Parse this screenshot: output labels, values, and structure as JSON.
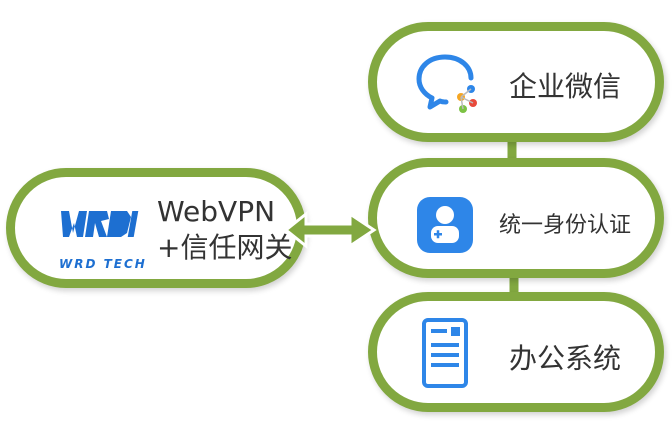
{
  "nodes": {
    "wework": {
      "label": "企业微信",
      "icon": "wechat-work-icon"
    },
    "sso": {
      "label": "统一身份认证",
      "icon": "user-id-icon"
    },
    "office": {
      "label": "办公系统",
      "icon": "document-icon"
    },
    "vpn": {
      "title": "WebVPN",
      "subtitle": "+信任网关",
      "logo_text": "WRD TECH",
      "icon": "wrd-logo"
    }
  },
  "edges": [
    {
      "from": "wework",
      "to": "sso",
      "direction": "both"
    },
    {
      "from": "sso",
      "to": "office",
      "direction": "both"
    },
    {
      "from": "vpn",
      "to": "sso",
      "direction": "both"
    }
  ],
  "colors": {
    "border": "#82a840",
    "arrow": "#82a840",
    "icon_blue": "#2e86e8",
    "text": "#333333"
  }
}
